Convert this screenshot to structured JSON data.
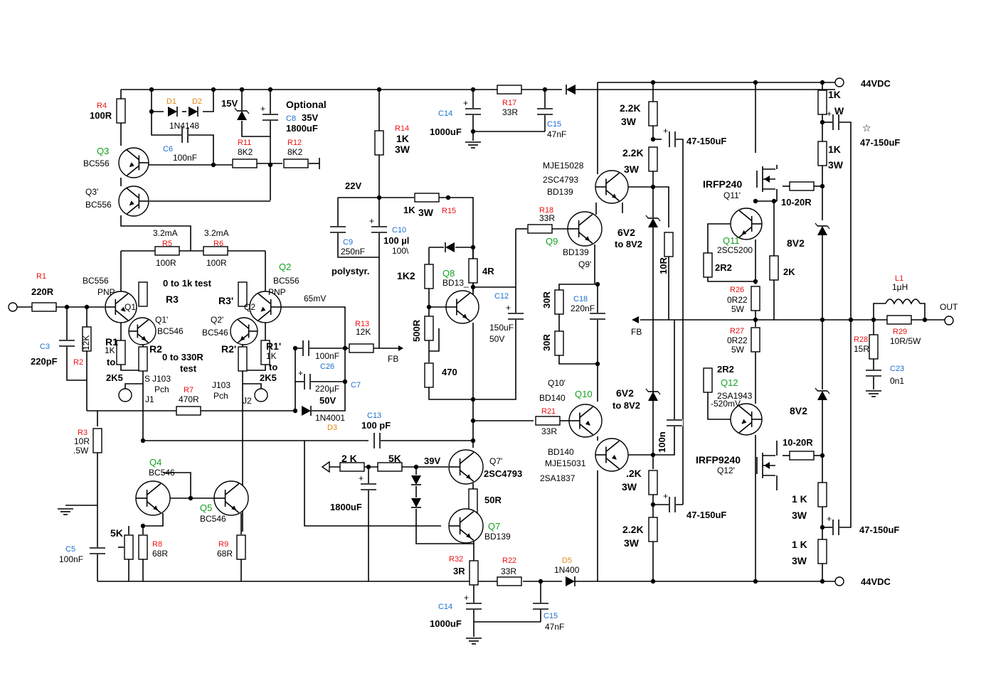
{
  "labels": {
    "r4_ref": "R4",
    "r4_val": "100R",
    "d1_ref": "D1",
    "d2_ref": "D2",
    "d12_val": "1N4148",
    "z15": "15V",
    "optional": "Optional",
    "c8_ref": "C8",
    "c8_v": "35V",
    "c8_val": "1800uF",
    "c6_ref": "C6",
    "c6_val": "100nF",
    "r11_ref": "R11",
    "r11_val": "8K2",
    "r12_ref": "R12",
    "r12_val": "8K2",
    "q3_ref": "Q3",
    "q3_val": "BC556",
    "q3p_ref": "Q3'",
    "q3p_val": "BC556",
    "r14_ref": "R14",
    "r14_val": "1K",
    "r14_w": "3W",
    "c14_ref": "C14",
    "c14_val": "1000uF",
    "r17_ref": "R17",
    "r17_val": "33R",
    "c15_ref": "C15",
    "c15_val": "47nF",
    "plus44": "44VDC",
    "r22k_a": "2.2K",
    "r3w_a": "3W",
    "r22k_b": "2.2K",
    "r3w_b": "3W",
    "c4715_a": "47-150uF",
    "r1k_a": "1K",
    "rw_a": "W",
    "r1k_b": "1K",
    "r3w_c": "3W",
    "c4715_b": "47-150uF",
    "star": "☆",
    "mje15028": "MJE15028",
    "sc4793": "2SC4793",
    "bd139": "BD139",
    "irfp240": "IRFP240",
    "q11p": "Q11'",
    "v22": "22V",
    "r15_val": "1K",
    "r15_w": "3W",
    "r15_ref": "R15",
    "c9_ref": "C9",
    "c9_val": "250nF",
    "polystyr": "polystyr.",
    "c10_ref": "C10",
    "c10_val": "100 µl",
    "c10_v": "100\\",
    "r18_ref": "R18",
    "r18_val": "33R",
    "q9_ref": "Q9",
    "q9_val": "BD139",
    "q9p": "Q9'",
    "z62a": "6V2",
    "z82a": "to 8V2",
    "r10r": "10R",
    "q11_ref": "Q11",
    "q11_val": "2SC5200",
    "r22_a": "2R2",
    "r1020_a": "10-20R",
    "z8v2_a": "8V2",
    "r2k": "2K",
    "r32ma_a": "3.2mA",
    "r32ma_b": "3.2mA",
    "r5_ref": "R5",
    "r5_val": "100R",
    "r6_ref": "R6",
    "r6_val": "100R",
    "r1_ref": "R1",
    "r1_val": "220R",
    "bc556_l": "BC556",
    "pnp_l": "PNP",
    "q1": "Q1",
    "test01k": "0 to 1k test",
    "r3": "R3",
    "q1p": "Q1'",
    "bc546_l": "BC546",
    "r3p": "R3'",
    "q2p": "Q2'",
    "bc546_r": "BC546",
    "q2": "Q2",
    "bc556_r": "BC556",
    "pnp_r": "PNP",
    "q2s": "Q2",
    "v65": "65mV",
    "c3_ref": "C3",
    "c3_val": "220pF",
    "r12k": "12K",
    "r2_ref": "R2",
    "r1_l": "R1",
    "r1k_l": "1K",
    "to_l": "to",
    "r2k5_l": "2K5",
    "r2_l": "R2",
    "test0330": "0  to  330R",
    "test": "test",
    "r2p": "R2'",
    "r1p": "R1'",
    "r1k_r": "1K",
    "to_r": "to",
    "r2k5_r": "2K5",
    "s_l": "S",
    "j103_l": "J103",
    "pch_l": "Pch",
    "j1": "J1",
    "r7_ref": "R7",
    "r7_val": "470R",
    "j103_r": "J103",
    "pch_r": "Pch",
    "j2": "J2",
    "c100n": "100nF",
    "c26_ref": "C26",
    "c26_val": "220µF",
    "c26_v": "50V",
    "c7_ref": "C7",
    "r13_ref": "R13",
    "r13_val": "12K",
    "fb1": "FB",
    "d3_val": "1N4001",
    "d3_ref": "D3",
    "r1k2": "1K2",
    "q8_ref": "Q8",
    "q8_val": "BD13_",
    "r4r": "4R",
    "c12_ref": "C12",
    "c12_val": "150uF",
    "c12_v": "50V",
    "r500r": "500R",
    "r470": "470",
    "r30r_a": "30R",
    "r30r_b": "30R",
    "c18_ref": "C18",
    "c18_val": "220nF",
    "fb2": "FB",
    "r26_ref": "R26",
    "r26_val": "0R22",
    "r26_w": "5W",
    "r27_ref": "R27",
    "r27_val": "0R22",
    "r27_w": "5W",
    "l1_ref": "L1",
    "l1_val": "1µH",
    "out": "OUT",
    "r28_ref": "R28",
    "r28_val": "15R",
    "r29_ref": "R29",
    "r29_val": "10R/5W",
    "c23_ref": "C23",
    "c23_val": "0n1",
    "q10p": "Q10'",
    "bd140_a": "BD140",
    "q10_ref": "Q10",
    "z62b": "6V2",
    "z82b": "to 8V2",
    "r22_b": "2R2",
    "q12_ref": "Q12",
    "q12_val": "2SA1943",
    "v520": "-520mV",
    "z8v2_b": "8V2",
    "r1020_b": "10-20R",
    "irfp9240": "IRFP9240",
    "q12p": "Q12'",
    "r21_ref": "R21",
    "r21_val": "33R",
    "c13_ref": "C13",
    "c13_val": "100 pF",
    "r2k_b": "2 K",
    "r5k": "5K",
    "v39": "39V",
    "q7p": "Q7'",
    "sc4793_b": "2SC4793",
    "c1800b": "1800uF",
    "r50r": "50R",
    "q7_ref": "Q7",
    "q7_val": "BD139",
    "bd140_b": "BD140",
    "mje15031": "MJE15031",
    "sa1837": "2SA1837",
    "r100n": "100n",
    "r22k_c": ".2K",
    "r3w_d": "3W",
    "c4715_c": "47-150uF",
    "r22k_d": "2.2K",
    "r3w_e": "3W",
    "r1k_c": "1 K",
    "r3w_f": "3W",
    "c4715_d": "47-150uF",
    "r1k_d": "1 K",
    "r3w_g": "3W",
    "r3_ref": "R3",
    "r3_val": "10R",
    "r3_w": ".5W",
    "q4_ref": "Q4",
    "q4_val": "BC546",
    "q5_ref": "Q5",
    "q5_val": "BC546",
    "p5k": "5K",
    "r8_ref": "R8",
    "r8_val": "68R",
    "r9_ref": "R9",
    "r9_val": "68R",
    "c5_ref": "C5",
    "c5_val": "100nF",
    "r32_ref": "R32",
    "r32_val": "3R",
    "r22_ref": "R22",
    "r22_val": "33R",
    "d5_ref": "D5",
    "d5_val": "1N400",
    "c14b_ref": "C14",
    "c14b_val": "1000uF",
    "c15b_ref": "C15",
    "c15b_val": "47nF",
    "minus44": "44VDC"
  }
}
